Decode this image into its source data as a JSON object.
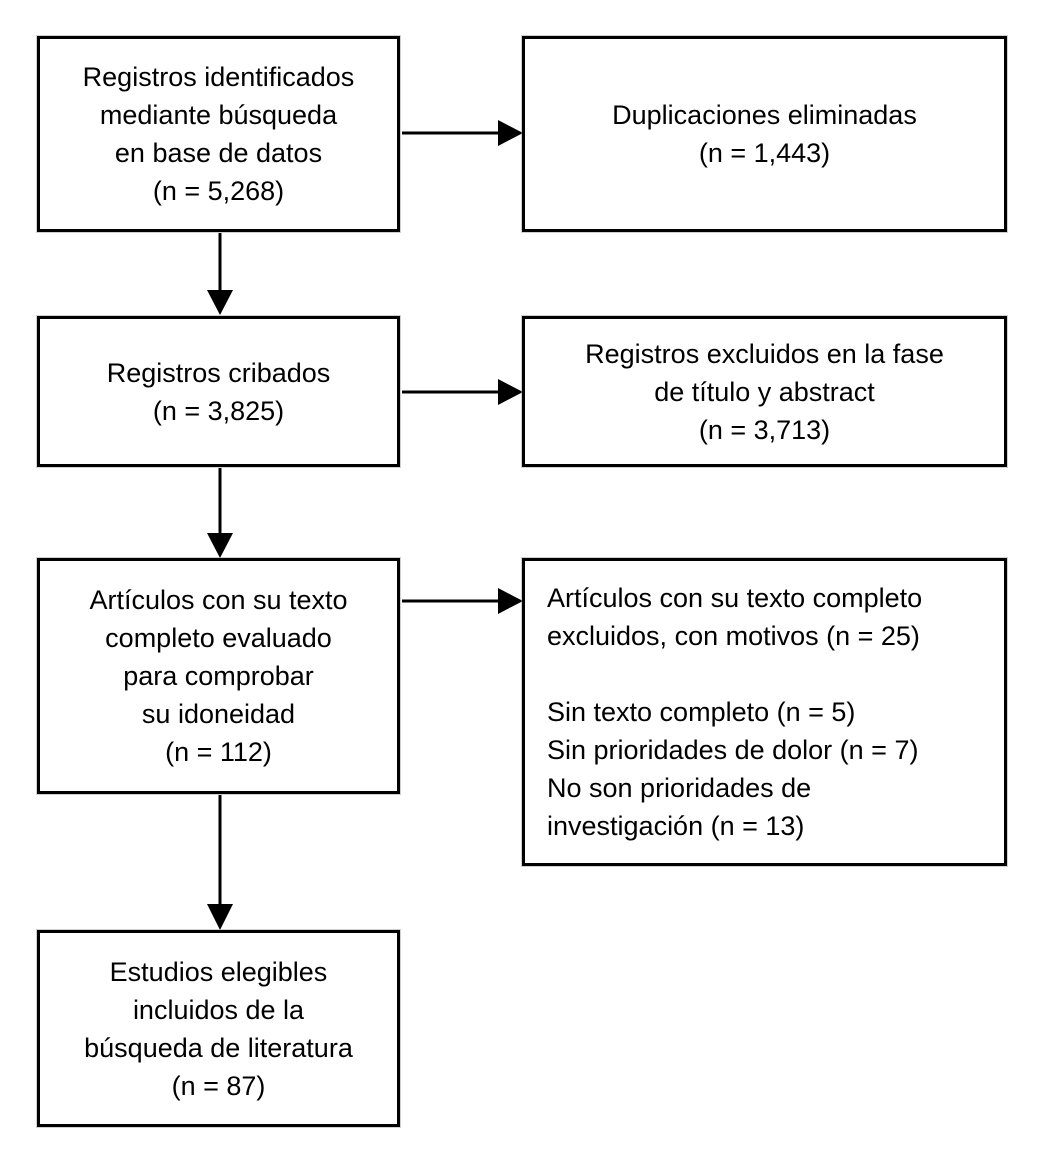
{
  "diagram": {
    "type": "flowchart",
    "title": "PRISMA-style literature search flow diagram (Spanish)",
    "colors": {
      "background": "#ffffff",
      "box_fill": "#ffffff",
      "box_border": "#000000",
      "text": "#000000",
      "arrow": "#000000"
    },
    "boxes": [
      {
        "id": "records-identified",
        "text": "Registros identificados\nmediante búsqueda\nen base de datos\n(n = 5,268)",
        "n": 5268
      },
      {
        "id": "duplicates-removed",
        "text": "Duplicaciones eliminadas\n(n = 1,443)",
        "n": 1443
      },
      {
        "id": "records-screened",
        "text": "Registros cribados\n(n = 3,825)",
        "n": 3825
      },
      {
        "id": "records-excluded-title-abstract",
        "text": "Registros excluidos en la fase\nde título y abstract\n(n = 3,713)",
        "n": 3713
      },
      {
        "id": "fulltext-assessed",
        "text": "Artículos con su texto\ncompleto evaluado\npara comprobar\nsu idoneidad\n(n = 112)",
        "n": 112
      },
      {
        "id": "fulltext-excluded",
        "text": "Artículos con su texto completo\nexcluidos, con motivos (n = 25)\n\nSin texto completo (n = 5)\nSin prioridades de dolor (n = 7)\nNo son prioridades de\ninvestigación (n = 13)",
        "n": 25,
        "reasons": [
          {
            "label": "Sin texto completo",
            "n": 5
          },
          {
            "label": "Sin prioridades de dolor",
            "n": 7
          },
          {
            "label": "No son prioridades de investigación",
            "n": 13
          }
        ]
      },
      {
        "id": "studies-included",
        "text": "Estudios elegibles\nincluidos de la\nbúsqueda de literatura\n(n = 87)",
        "n": 87
      }
    ],
    "edges": [
      {
        "from": "records-identified",
        "to": "duplicates-removed"
      },
      {
        "from": "records-identified",
        "to": "records-screened"
      },
      {
        "from": "records-screened",
        "to": "records-excluded-title-abstract"
      },
      {
        "from": "records-screened",
        "to": "fulltext-assessed"
      },
      {
        "from": "fulltext-assessed",
        "to": "fulltext-excluded"
      },
      {
        "from": "fulltext-assessed",
        "to": "studies-included"
      }
    ]
  }
}
